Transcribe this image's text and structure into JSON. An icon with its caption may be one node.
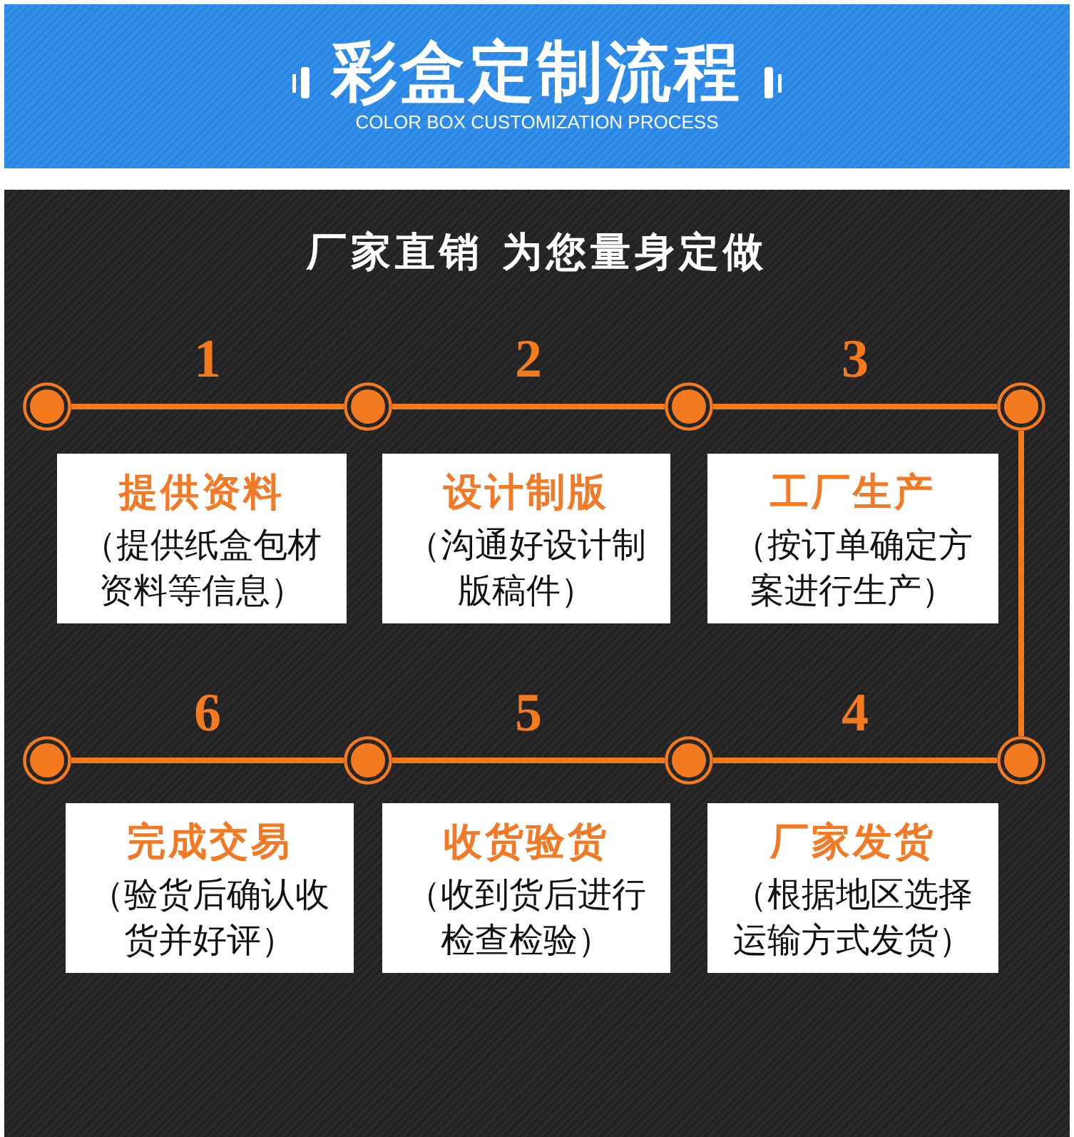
{
  "diagram": {
    "title": "彩盒定制流程",
    "nodes": [
      {
        "text": [],
        "shape": "circle"
      },
      {
        "text": [],
        "shape": "circle"
      },
      {
        "text": [],
        "shape": "circle"
      },
      {
        "text": [],
        "shape": "circle"
      },
      {
        "text": [
          "提供资料",
          "（提供纸盒包材资料等信息）"
        ]
      },
      {
        "text": [
          "设计制版",
          "（沟通好设计制版稿件）"
        ]
      },
      {
        "text": [
          "工厂生产",
          "（按订单确定方案进行生产）"
        ]
      },
      {
        "text": [],
        "shape": "circle"
      },
      {
        "text": [],
        "shape": "circle"
      },
      {
        "text": [],
        "shape": "circle"
      },
      {
        "text": [],
        "shape": "circle"
      },
      {
        "text": [
          "完成交易",
          "（验货后确认收货并好评）"
        ]
      },
      {
        "text": [
          "收货验货",
          "（收到货后进行检查检验）"
        ]
      },
      {
        "text": [
          "厂家发货",
          "（根据地区选择运输方式发货）"
        ]
      }
    ],
    "edges": [
      {
        "from": 0,
        "to": 1,
        "arrow": "none",
        "label": "1"
      },
      {
        "from": 1,
        "to": 2,
        "arrow": "none",
        "label": "2"
      },
      {
        "from": 2,
        "to": 3,
        "arrow": "none",
        "label": "3"
      },
      {
        "from": 3,
        "to": 10,
        "arrow": "none"
      },
      {
        "from": 10,
        "to": 9,
        "arrow": "none",
        "label": "4"
      },
      {
        "from": 9,
        "to": 8,
        "arrow": "none",
        "label": "5"
      },
      {
        "from": 8,
        "to": 7,
        "arrow": "none",
        "label": "6"
      }
    ],
    "labels": [
      "COLOR BOX CUSTOMIZATION PROCESS",
      "厂家直销 为您量身定做"
    ]
  }
}
